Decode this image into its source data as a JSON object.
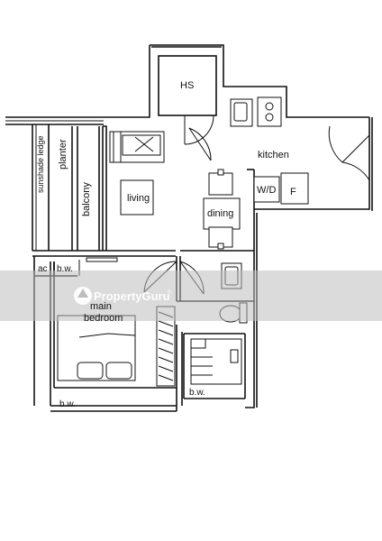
{
  "floor_plan": {
    "rooms": {
      "hs": "HS",
      "kitchen": "kitchen",
      "living": "living",
      "dining": "dining",
      "wd": "W/D",
      "fridge": "F",
      "planter": "planter",
      "balcony": "balcony",
      "sunshade": "sunshade ledge",
      "ac": "ac",
      "bw_top": "b.w.",
      "bw_left": "b.w.",
      "bw_bath": "b.w.",
      "main_bedroom_1": "main",
      "main_bedroom_2": "bedroom"
    },
    "watermark": {
      "text": "PropertyGuru",
      "trademark": "®"
    }
  }
}
